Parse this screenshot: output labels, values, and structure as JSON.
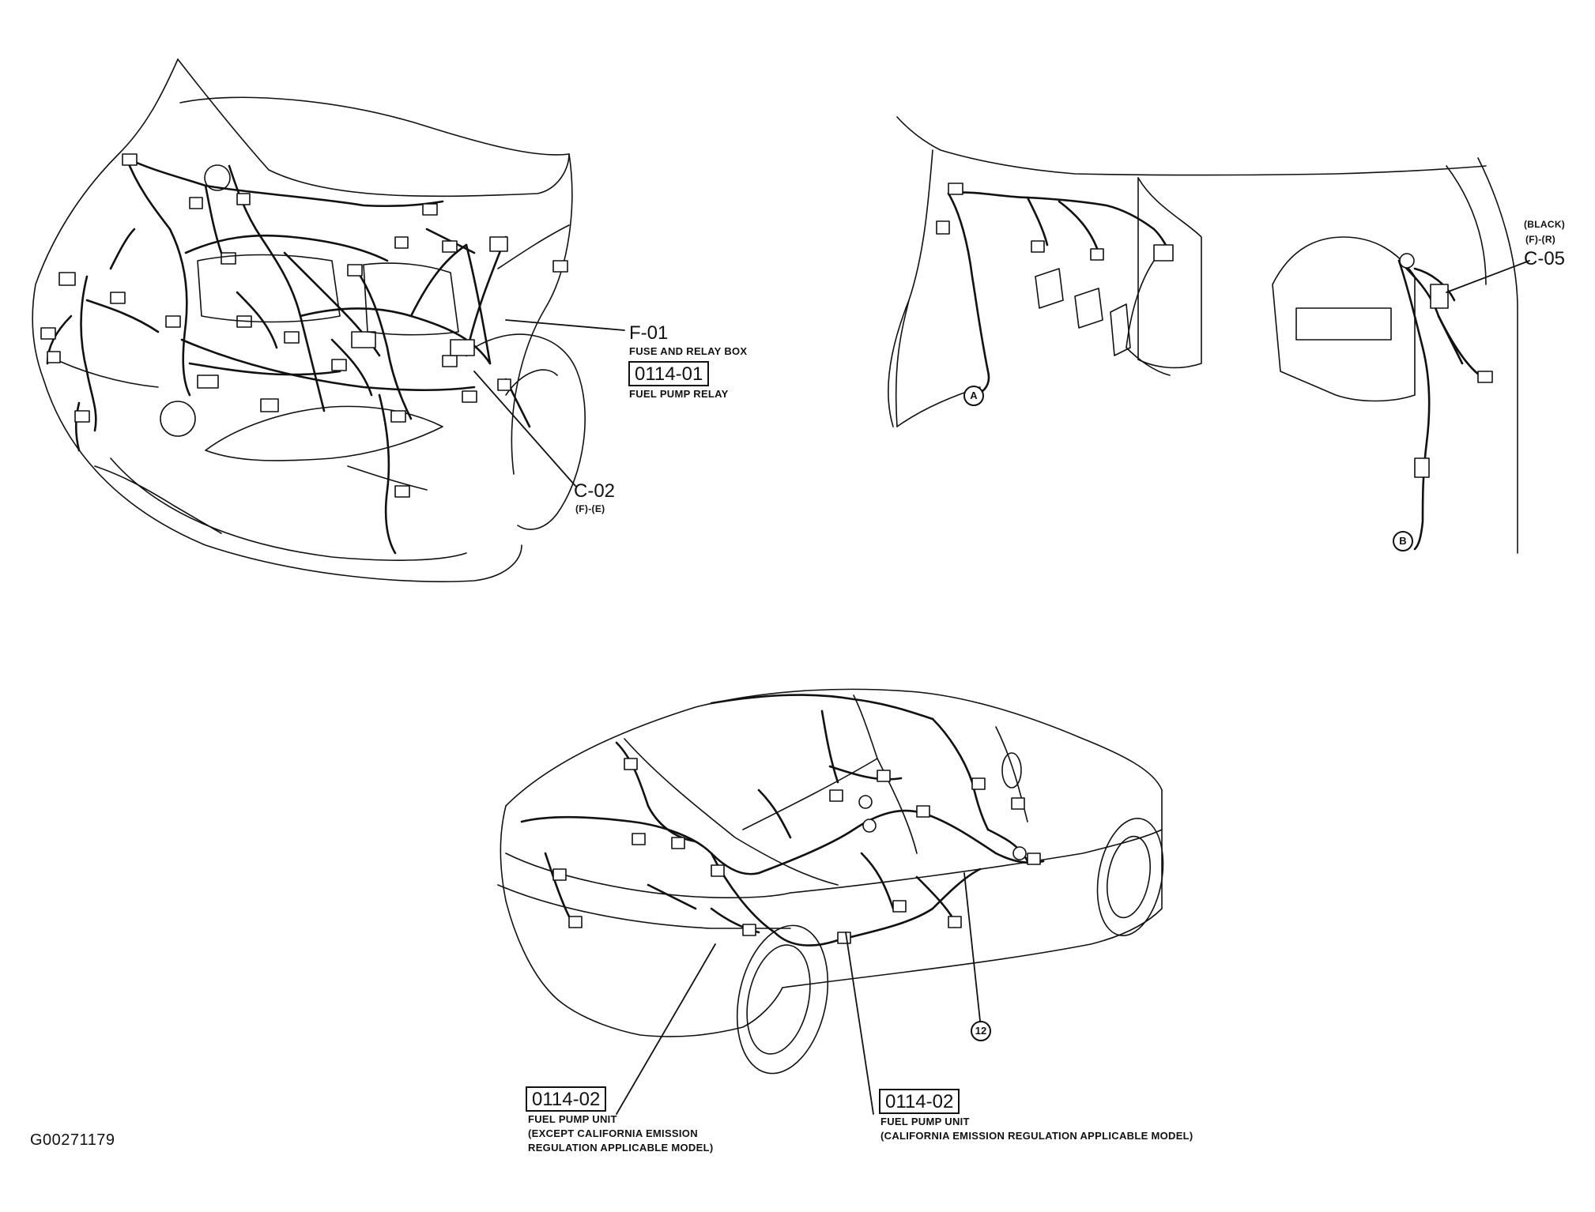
{
  "figure_id": "G00271179",
  "front_view": {
    "f01": {
      "code": "F-01",
      "name": "FUSE AND RELAY BOX"
    },
    "relay": {
      "code": "0114-01",
      "name": "FUEL PUMP RELAY"
    },
    "c02": {
      "code": "C-02",
      "sub": "(F)-(E)"
    }
  },
  "interior_view": {
    "c05": {
      "color": "(BLACK)",
      "sub": "(F)-(R)",
      "code": "C-05"
    },
    "marker_a": "A",
    "marker_b": "B"
  },
  "rear_view": {
    "marker_12": "12",
    "pump_left": {
      "code": "0114-02",
      "line1": "FUEL PUMP UNIT",
      "line2": "(EXCEPT CALIFORNIA EMISSION",
      "line3": "REGULATION APPLICABLE MODEL)"
    },
    "pump_right": {
      "code": "0114-02",
      "line1": "FUEL PUMP UNIT",
      "line2": "(CALIFORNIA EMISSION REGULATION APPLICABLE MODEL)"
    }
  },
  "colors": {
    "ink": "#111111",
    "background": "#ffffff"
  }
}
